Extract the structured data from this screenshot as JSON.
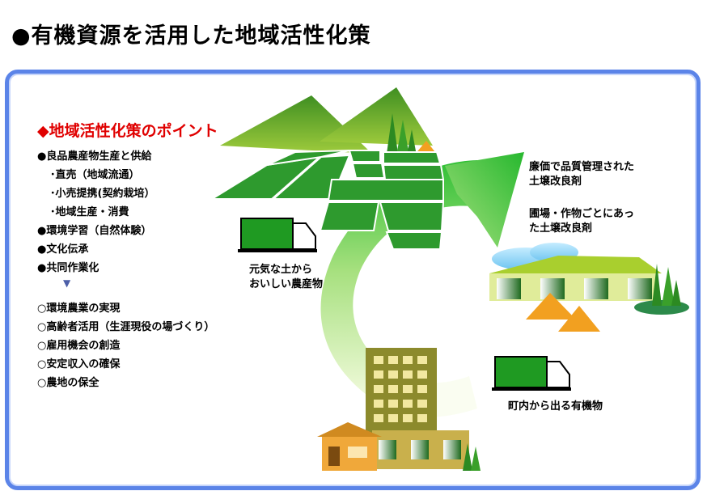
{
  "title": "●有機資源を活用した地域活性化策",
  "points_heading": "◆地域活性化策のポイント",
  "point_items": [
    {
      "text": "●良品農産物生産と供給",
      "level": 0
    },
    {
      "text": "･直売（地域流通）",
      "level": 1
    },
    {
      "text": "･小売提携(契約栽培）",
      "level": 1
    },
    {
      "text": "･地域生産・消費",
      "level": 1
    },
    {
      "text": "●環境学習（自然体験）",
      "level": 0
    },
    {
      "text": "●文化伝承",
      "level": 0
    },
    {
      "text": "●共同作業化",
      "level": 0
    }
  ],
  "arrow_glyph": "▼",
  "outcomes": [
    "○環境農業の実現",
    "○高齢者活用（生涯現役の場づくり）",
    "○雇用機会の創造",
    "○安定収入の確保",
    "○農地の保全"
  ],
  "labels": {
    "compost_quality_1": "廉価で品質管理された",
    "compost_quality_2": "土壌改良剤",
    "compost_crop_1": "圃場・作物ごとにあっ",
    "compost_crop_2": "た土壌改良剤",
    "healthy_soil_1": "元気な土から",
    "healthy_soil_2": "おいしい農産物",
    "town_organics": "町内から出る有機物"
  },
  "colors": {
    "panel_border": "#5b84e8",
    "heading_red": "#e00000",
    "mountain_green": "#7bb22c",
    "field_green": "#2e9a2e",
    "arrow_light": "#e9f7c8",
    "arrow_dark": "#49c83f",
    "building": "#8c8a2c"
  }
}
